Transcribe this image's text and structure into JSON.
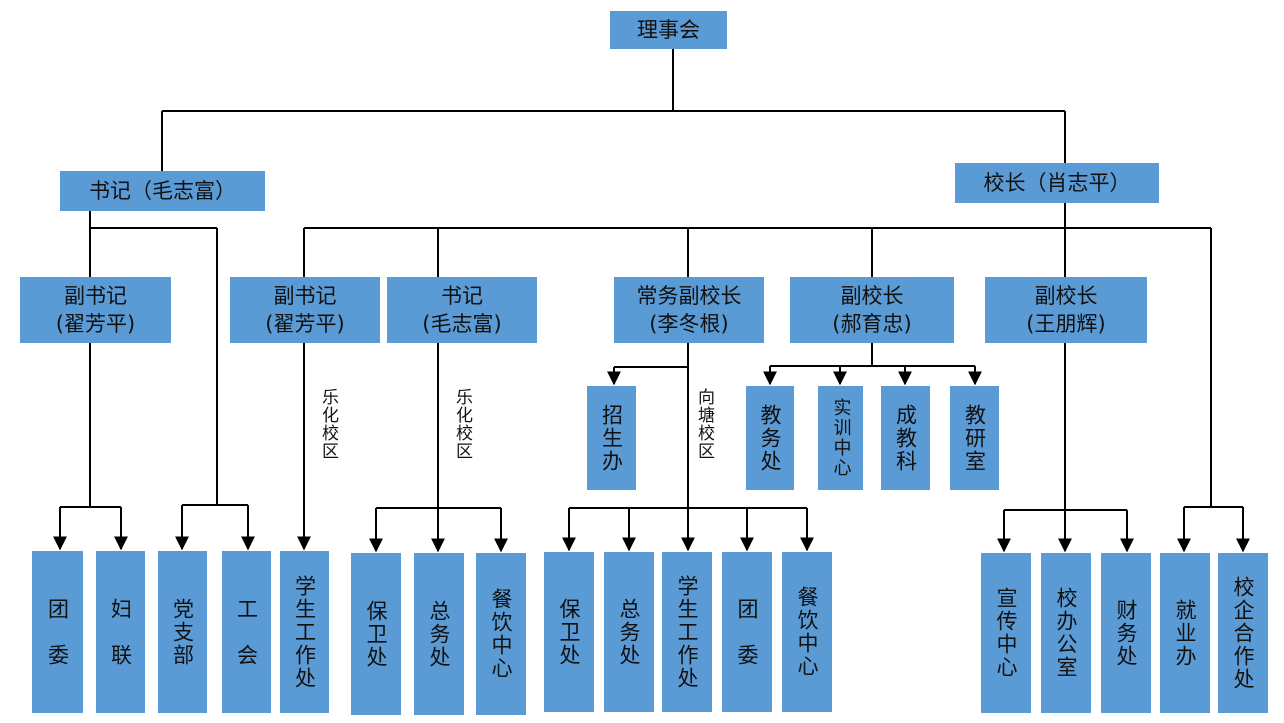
{
  "board": "理事会",
  "secretary_branch": {
    "head": "书记（毛志富）",
    "deputy": {
      "title": "副书记",
      "name": "(翟芳平)"
    },
    "leaves": [
      "团　委",
      "妇　联",
      "党支部",
      "工　会"
    ]
  },
  "principal_branch": {
    "head": "校长（肖志平）",
    "units": [
      {
        "title": "副书记",
        "name": "(翟芳平)",
        "campus": "乐化校区"
      },
      {
        "title": "书记",
        "name": "(毛志富)",
        "campus": "乐化校区"
      },
      {
        "title": "常务副校长",
        "name": "(李冬根)",
        "campus": "向塘校区"
      },
      {
        "title": "副校长",
        "name": "(郝育忠)"
      },
      {
        "title": "副校长",
        "name": "(王朋辉)"
      }
    ]
  },
  "leaves": {
    "student_affairs_1": "学生工作处",
    "lehua": [
      "保卫处",
      "总务处",
      "餐饮中心"
    ],
    "xiangtang": [
      "保卫处",
      "总务处",
      "学生工作处",
      "团　委",
      "餐饮中心"
    ],
    "admissions": "招生办",
    "academic": [
      "教务处",
      "实训中心",
      "成教科",
      "教研室"
    ],
    "wang": [
      "宣传中心",
      "校办公室",
      "财务处"
    ],
    "employment": "就业办",
    "cooperation": "校企合作处"
  },
  "colors": {
    "box": "#5b9bd5",
    "line": "#000000"
  }
}
